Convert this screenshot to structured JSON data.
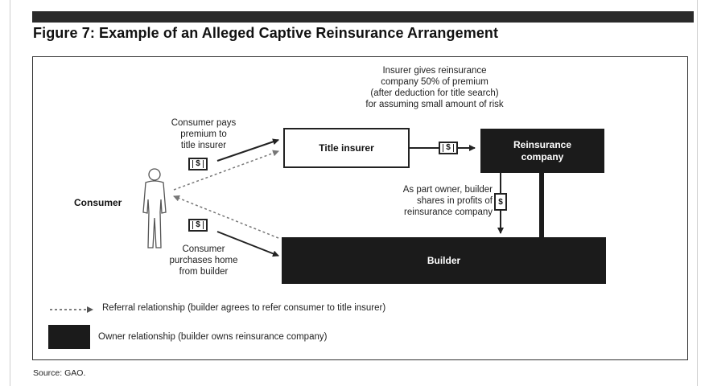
{
  "figure": {
    "title": "Figure 7: Example of an Alleged Captive Reinsurance Arrangement",
    "source": "Source: GAO."
  },
  "diagram": {
    "consumer_label": "Consumer",
    "title_insurer_label": "Title insurer",
    "reinsurance_label": [
      "Reinsurance",
      "company"
    ],
    "builder_label": "Builder",
    "dollar_symbol": "$",
    "consumer_pays_text": [
      "Consumer pays",
      "premium to",
      "title insurer"
    ],
    "consumer_purchases_text": [
      "Consumer",
      "purchases home",
      "from builder"
    ],
    "insurer_gives_text": [
      "Insurer gives reinsurance",
      "company 50% of premium",
      "(after deduction for title search)",
      "for assuming small amount of risk"
    ],
    "builder_shares_text": [
      "As part owner, builder",
      "shares in profits of",
      "reinsurance company"
    ]
  },
  "legend": {
    "referral_text": "Referral relationship (builder agrees to refer consumer to title insurer)",
    "owner_text": "Owner relationship (builder owns reinsurance company)"
  },
  "colors": {
    "dark_fill": "#1b1b1b",
    "line": "#222222"
  }
}
